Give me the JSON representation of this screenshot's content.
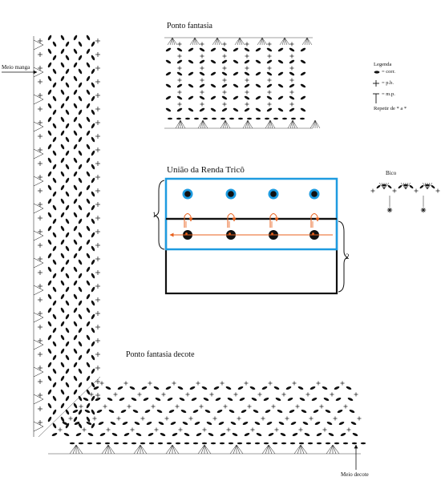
{
  "labels": {
    "ponto_fantasia": "Ponto fantasia",
    "ponto_fantasia_decote": "Ponto fantasia decote",
    "uniao_renda_trico": "União da Renda Tricô",
    "meio_manga": "Meio manga",
    "meio_decote": "Meio decote",
    "bico": "Bico",
    "bracket_1": "1",
    "bracket_2": "2"
  },
  "legend": {
    "title": "Legenda",
    "corr": "= corr.",
    "pb": "= p.b.",
    "mp": "= m.p.",
    "repeat": "Repetir de * a *"
  },
  "colors": {
    "blue_frame": "#1e9be0",
    "orange_arrow": "#e8601c",
    "ink": "#111111",
    "stitch_dot_ring": "#1e9be0"
  }
}
